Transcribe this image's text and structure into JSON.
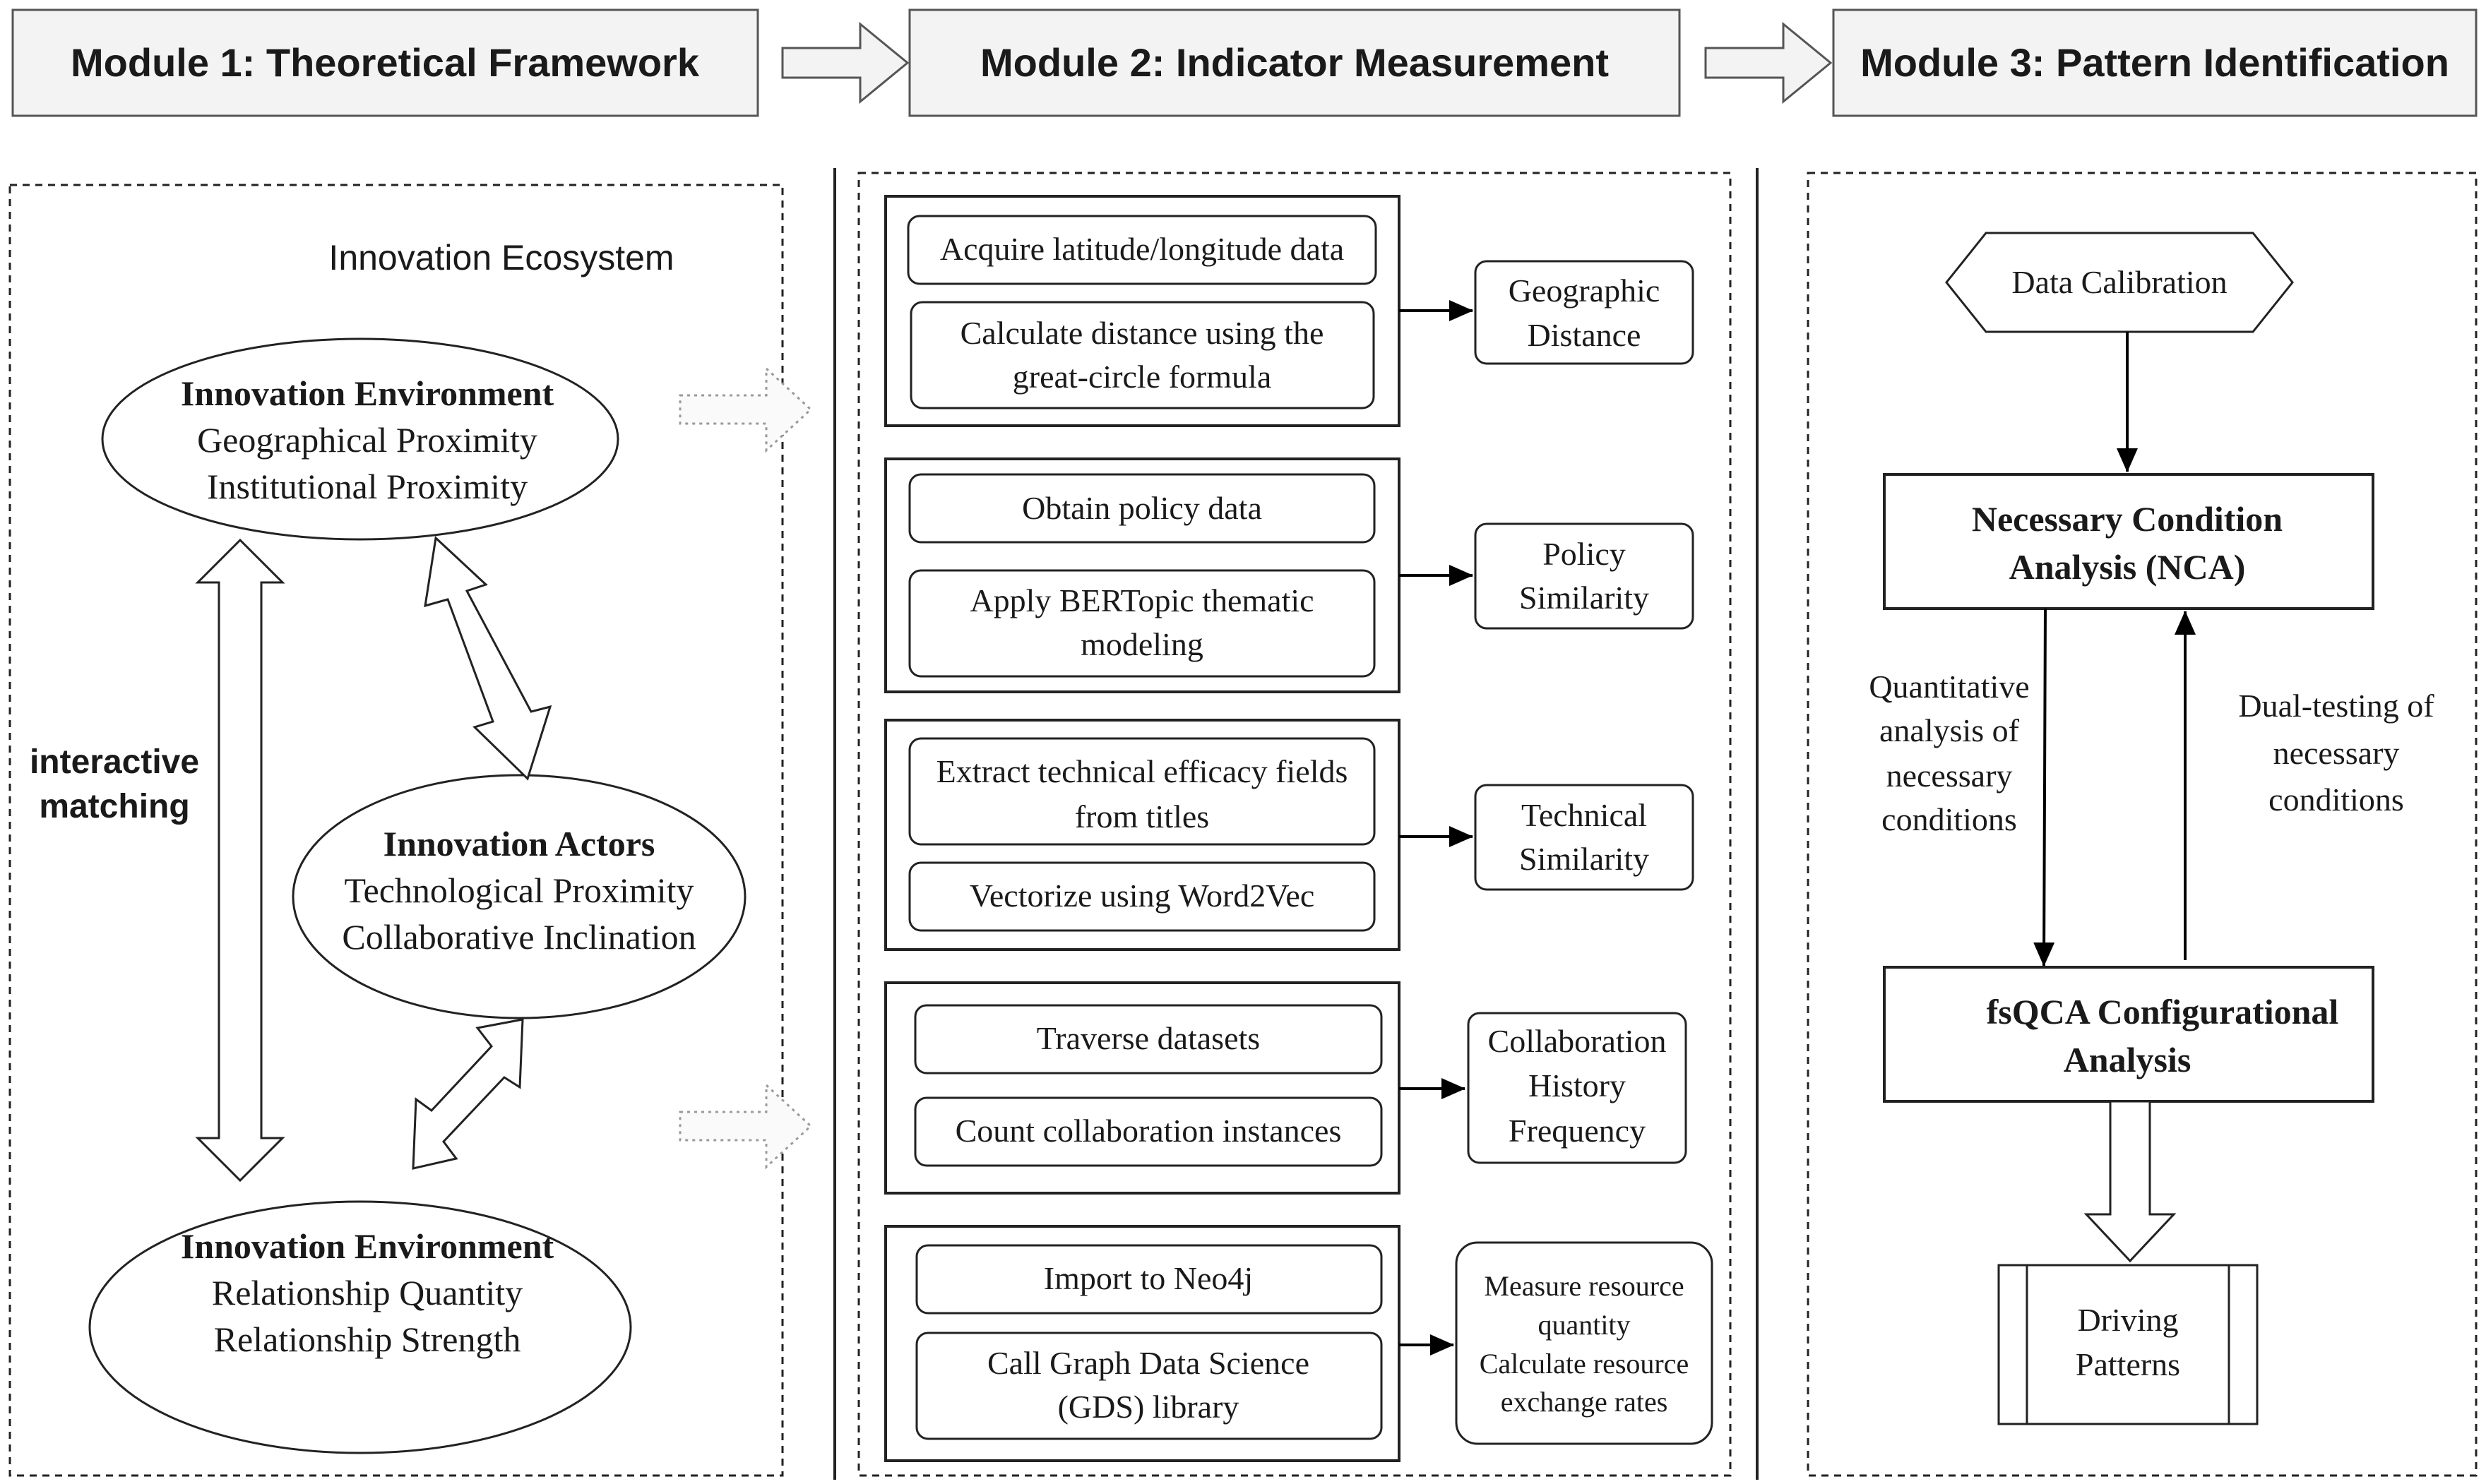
{
  "modules": {
    "m1": "Module 1: Theoretical Framework",
    "m2": "Module 2: Indicator Measurement",
    "m3": "Module 3: Pattern Identification"
  },
  "framework": {
    "ecosystem_label": "Innovation Ecosystem",
    "env_top": {
      "title": "Innovation Environment",
      "line1": "Geographical Proximity",
      "line2": "Institutional Proximity"
    },
    "actors": {
      "title": "Innovation Actors",
      "line1": "Technological Proximity",
      "line2": "Collaborative Inclination"
    },
    "env_bottom": {
      "title": "Innovation Environment",
      "line1": "Relationship  Quantity",
      "line2": "Relationship Strength"
    },
    "interactive_1": "interactive",
    "interactive_2": "matching"
  },
  "measurement": {
    "geo": {
      "step1": "Acquire latitude/longitude data",
      "step2a": "Calculate distance using the",
      "step2b": "great-circle formula",
      "out1": "Geographic",
      "out2": "Distance"
    },
    "policy": {
      "step1": "Obtain policy data",
      "step2a": "Apply BERTopic thematic",
      "step2b": "modeling",
      "out1": "Policy",
      "out2": "Similarity"
    },
    "tech": {
      "step1a": "Extract technical efficacy fields",
      "step1b": "from titles",
      "step2": "Vectorize using Word2Vec",
      "out1": "Technical",
      "out2": "Similarity"
    },
    "collab": {
      "step1": "Traverse datasets",
      "step2": "Count collaboration instances",
      "out1": "Collaboration",
      "out2": "History",
      "out3": "Frequency"
    },
    "graph": {
      "step1": "Import to Neo4j",
      "step2a": "Call Graph Data Science",
      "step2b": "(GDS) library",
      "out1": "Measure resource",
      "out2": "quantity",
      "out3": "Calculate resource",
      "out4": "exchange rates"
    }
  },
  "pattern": {
    "calibration": "Data Calibration",
    "nca1": "Necessary Condition",
    "nca2": "Analysis (NCA)",
    "quant1": "Quantitative",
    "quant2": "analysis of",
    "quant3": "necessary",
    "quant4": "conditions",
    "dual1": "Dual-testing of",
    "dual2": "necessary",
    "dual3": "conditions",
    "fsqca1": "fsQCA Configurational",
    "fsqca2": "Analysis",
    "driving1": "Driving",
    "driving2": "Patterns"
  }
}
